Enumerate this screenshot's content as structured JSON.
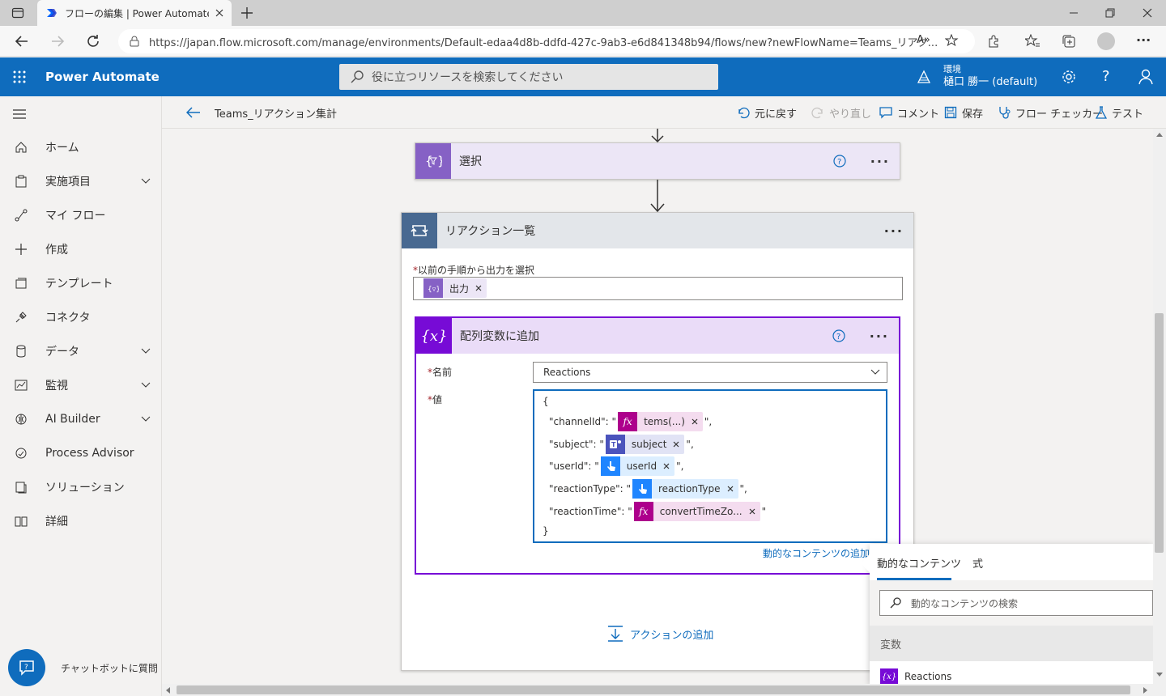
{
  "browser": {
    "tab_title": "フローの編集 | Power Automate",
    "url": "https://japan.flow.microsoft.com/manage/environments/Default-edaa4d8b-ddfd-427c-9ab3-e6d841348b94/flows/new?newFlowName=Teams_リアク..."
  },
  "app": {
    "title": "Power Automate",
    "search_placeholder": "役に立つリソースを検索してください",
    "env_label": "環境",
    "env_name": "樋口 勝一 (default)"
  },
  "nav": {
    "items": [
      {
        "label": "ホーム"
      },
      {
        "label": "実施項目"
      },
      {
        "label": "マイ フロー"
      },
      {
        "label": "作成"
      },
      {
        "label": "テンプレート"
      },
      {
        "label": "コネクタ"
      },
      {
        "label": "データ"
      },
      {
        "label": "監視"
      },
      {
        "label": "AI Builder"
      },
      {
        "label": "Process Advisor"
      },
      {
        "label": "ソリューション"
      },
      {
        "label": "詳細"
      }
    ],
    "chatbot": "チャットボットに質問"
  },
  "toolbar": {
    "flow_name": "Teams_リアクション集計",
    "undo": "元に戻す",
    "redo": "やり直し",
    "comment": "コメント",
    "save": "保存",
    "checker": "フロー チェッカー",
    "test": "テスト"
  },
  "canvas": {
    "select_card": {
      "title": "選択"
    },
    "foreach_card": {
      "title": "リアクション一覧",
      "field_label": "以前の手順から出力を選択",
      "token": "出力"
    },
    "append_card": {
      "title": "配列変数に追加",
      "name_label": "名前",
      "name_value": "Reactions",
      "value_label": "値",
      "open_brace": "{",
      "close_brace": "}",
      "rows": [
        {
          "key": "\"channelId\": \"",
          "token": "tems(...)",
          "type": "fx",
          "suffix": "\","
        },
        {
          "key": "\"subject\": \"",
          "token": "subject",
          "type": "teams",
          "suffix": "\","
        },
        {
          "key": "\"userId\": \"",
          "token": "userId",
          "type": "hand",
          "suffix": "\","
        },
        {
          "key": "\"reactionType\": \"",
          "token": "reactionType",
          "type": "hand",
          "suffix": "\","
        },
        {
          "key": "\"reactionTime\": \"",
          "token": "convertTimeZo...",
          "type": "fx",
          "suffix": "\""
        }
      ],
      "add_dynamic": "動的なコンテンツの追加"
    },
    "add_action": "アクションの追加"
  },
  "flyout": {
    "tab_dynamic": "動的なコンテンツ",
    "tab_expression": "式",
    "search_placeholder": "動的なコンテンツの検索",
    "section": "変数",
    "item": "Reactions"
  },
  "colors": {
    "header_blue": "#0f6cbd",
    "select_purple": "#8661c5",
    "loop_slate": "#486991",
    "variable_purple": "#770bd6",
    "fx_magenta": "#ad008c",
    "teams_indigo": "#4b53bc",
    "trigger_blue": "#1f85ff"
  }
}
